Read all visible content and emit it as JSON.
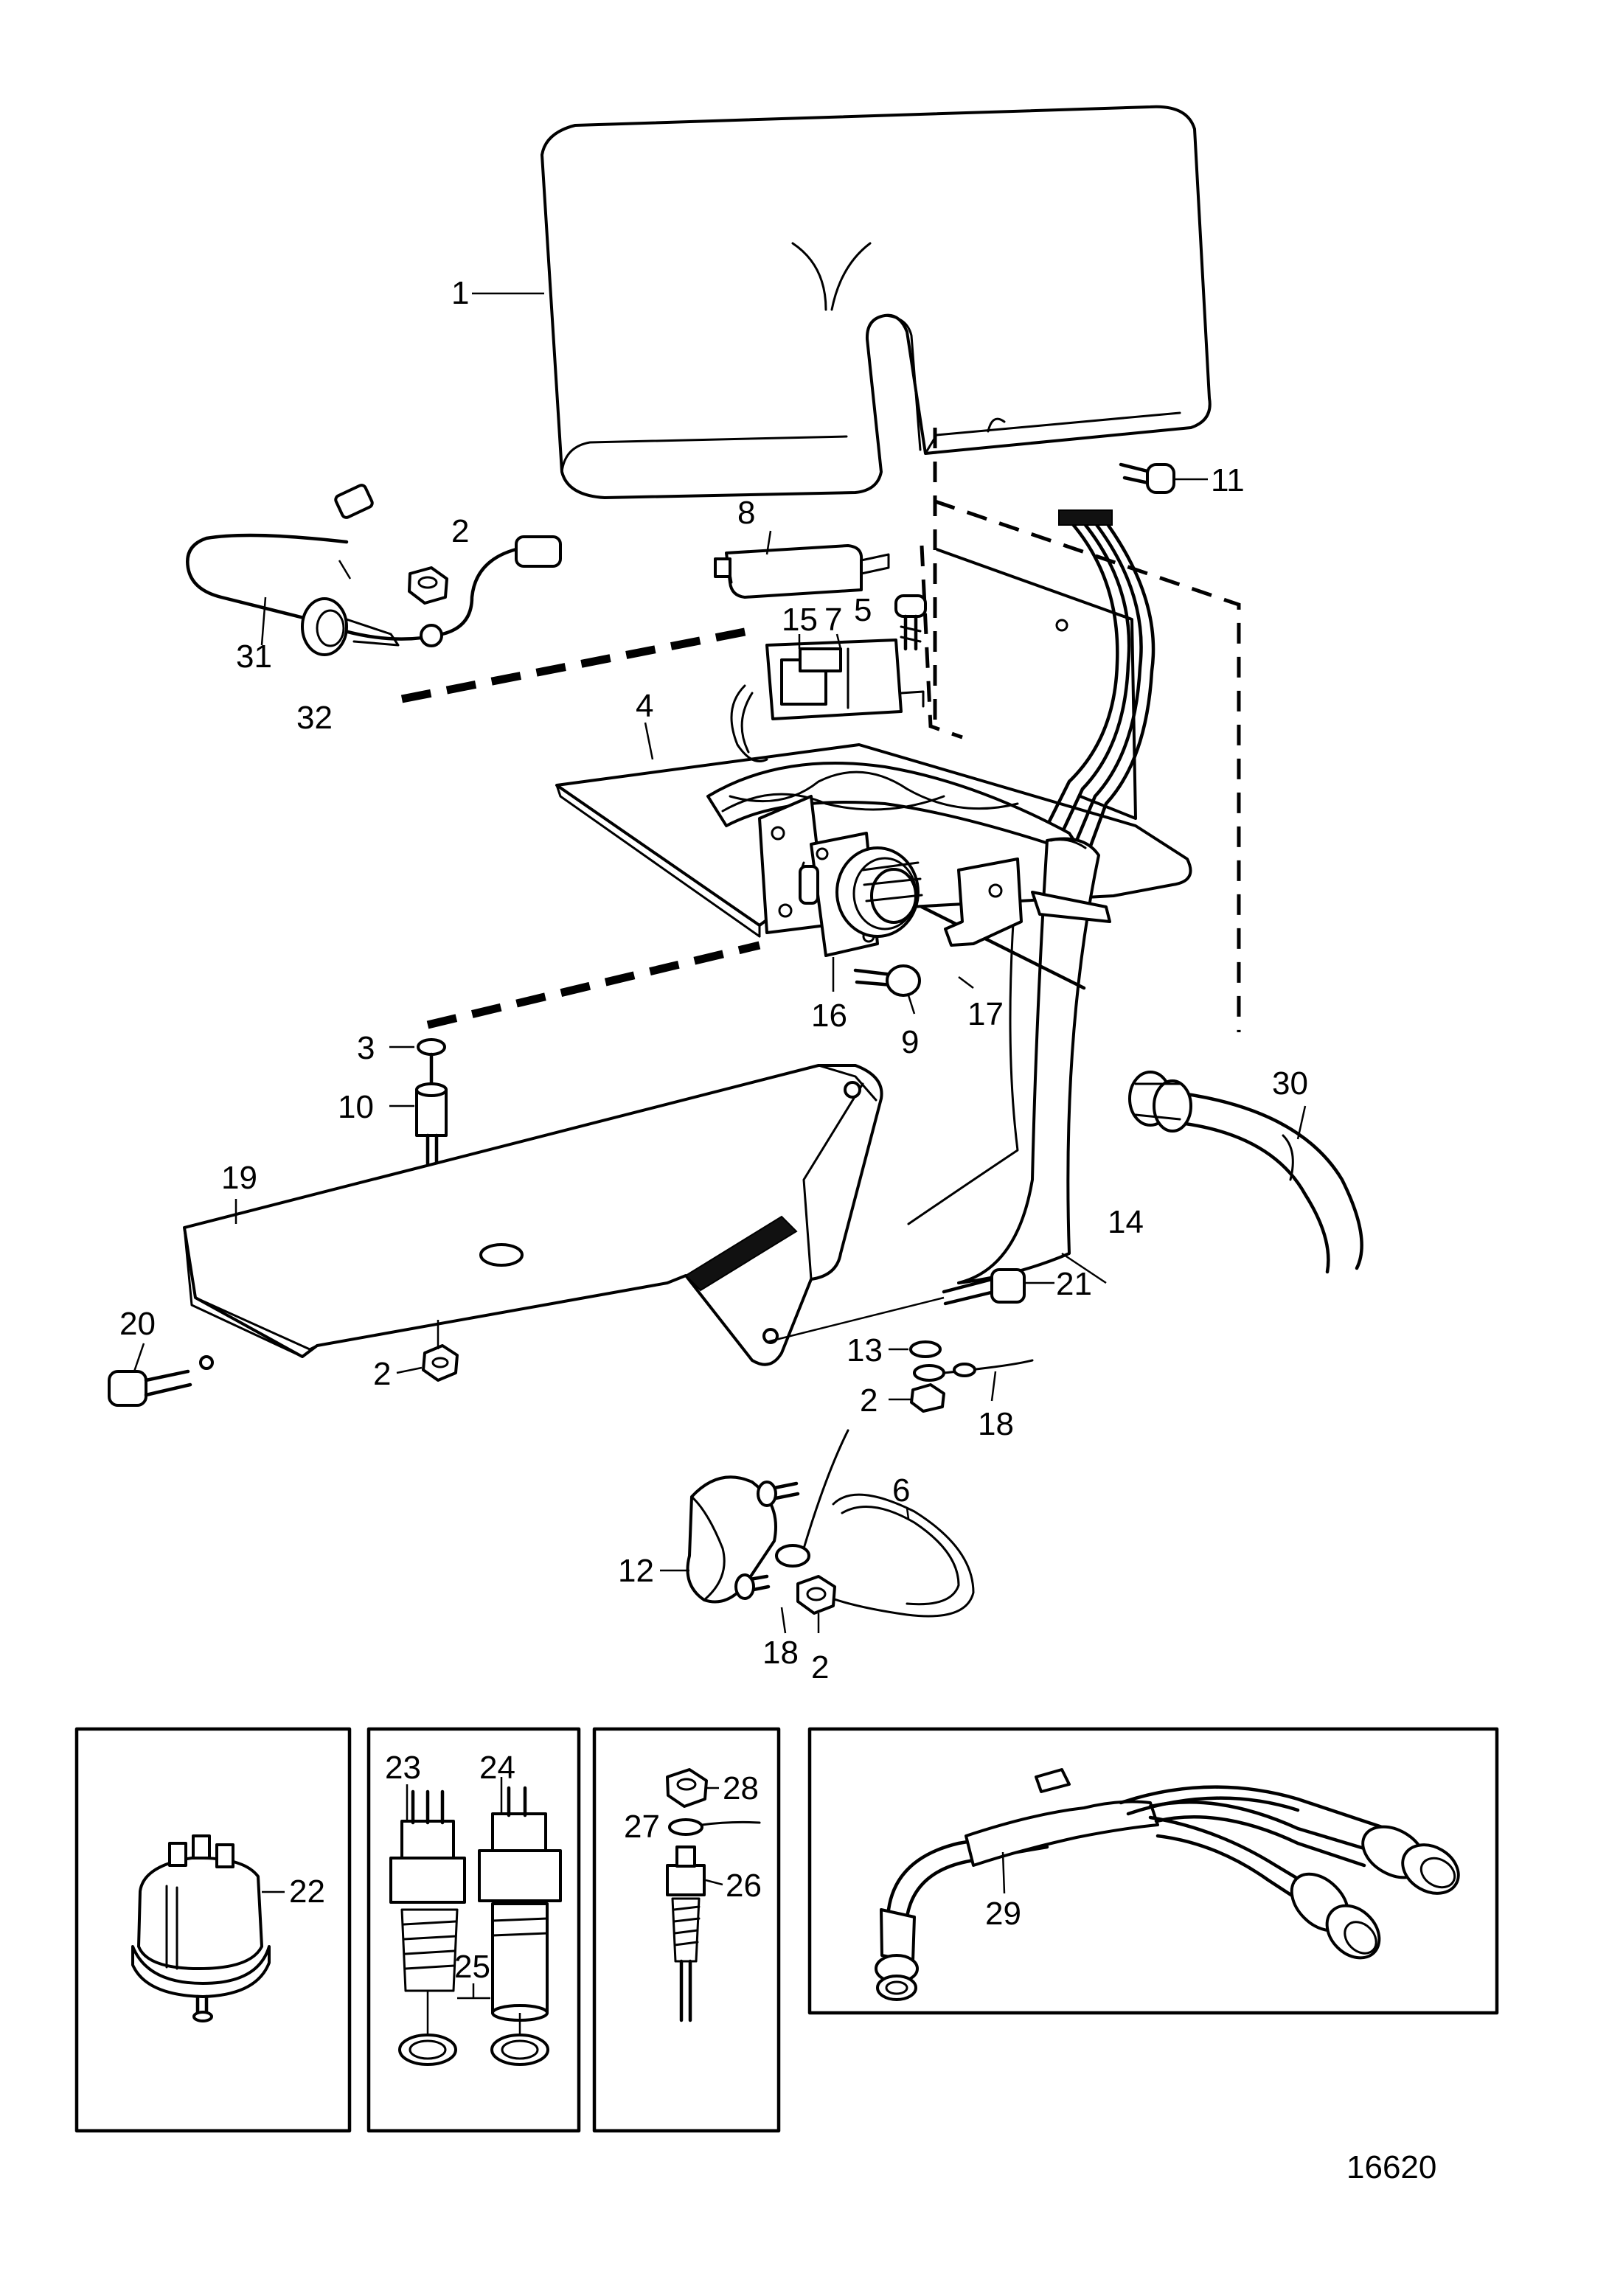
{
  "drawing_number": "16620",
  "callouts": {
    "c1": "1",
    "c11": "11",
    "c8": "8",
    "c2a": "2",
    "c31": "31",
    "c32": "32",
    "c15": "15",
    "c7": "7",
    "c5": "5",
    "c4": "4",
    "c16": "16",
    "c17": "17",
    "c9": "9",
    "c3": "3",
    "c10": "10",
    "c19": "19",
    "c30": "30",
    "c14": "14",
    "c21": "21",
    "c20": "20",
    "c2b": "2",
    "c13": "13",
    "c2c": "2",
    "c18a": "18",
    "c6": "6",
    "c12": "12",
    "c18b": "18",
    "c2d": "2",
    "c22": "22",
    "c23": "23",
    "c24": "24",
    "c25": "25",
    "c28": "28",
    "c27": "27",
    "c26": "26",
    "c29": "29"
  }
}
